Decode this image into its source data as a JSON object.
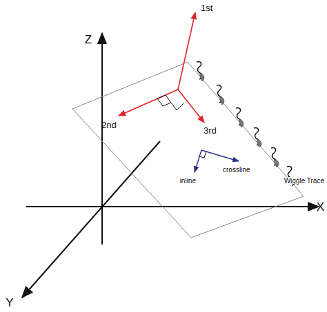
{
  "diagram": {
    "labels": [
      "Z",
      "X",
      "Y",
      "1st",
      "2nd",
      "3rd",
      "inline",
      "crossline",
      "Wiggle Trace"
    ]
  }
}
